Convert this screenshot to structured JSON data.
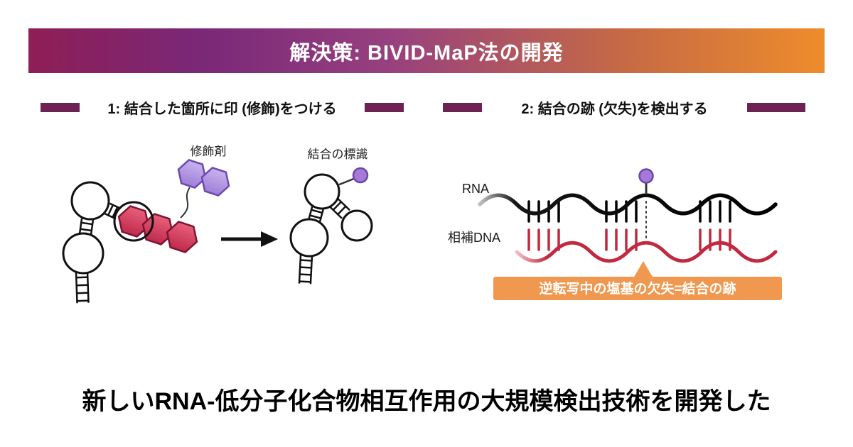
{
  "banner": {
    "title": "解決策: BIVID-MaP法の開発"
  },
  "steps": [
    {
      "label": "1: 結合した箇所に印 (修飾)をつける"
    },
    {
      "label": "2: 結合の跡 (欠失)を検出する"
    }
  ],
  "panel_modification": {
    "modifier_label": "修飾剤",
    "mark_label": "結合の標識"
  },
  "panel_detection": {
    "rna_label": "RNA",
    "cdna_label": "相補DNA",
    "callout": "逆転写中の塩基の欠失=結合の跡"
  },
  "footer": {
    "text": "新しいRNA-低分子化合物相互作用の大規模検出技術を開発した"
  },
  "colors": {
    "banner_gradient_left": "#8e1e55",
    "banner_gradient_mid": "#7a2878",
    "banner_gradient_right": "#ee8c2b",
    "accent_bar": "#6e2153",
    "molecule_red": "#cf3553",
    "modifier_purple": "#a98ddb",
    "lollipop_purple": "#a678d8",
    "strand_black": "#111111",
    "strand_red": "#c2283f",
    "callout_orange": "#f0984f"
  }
}
